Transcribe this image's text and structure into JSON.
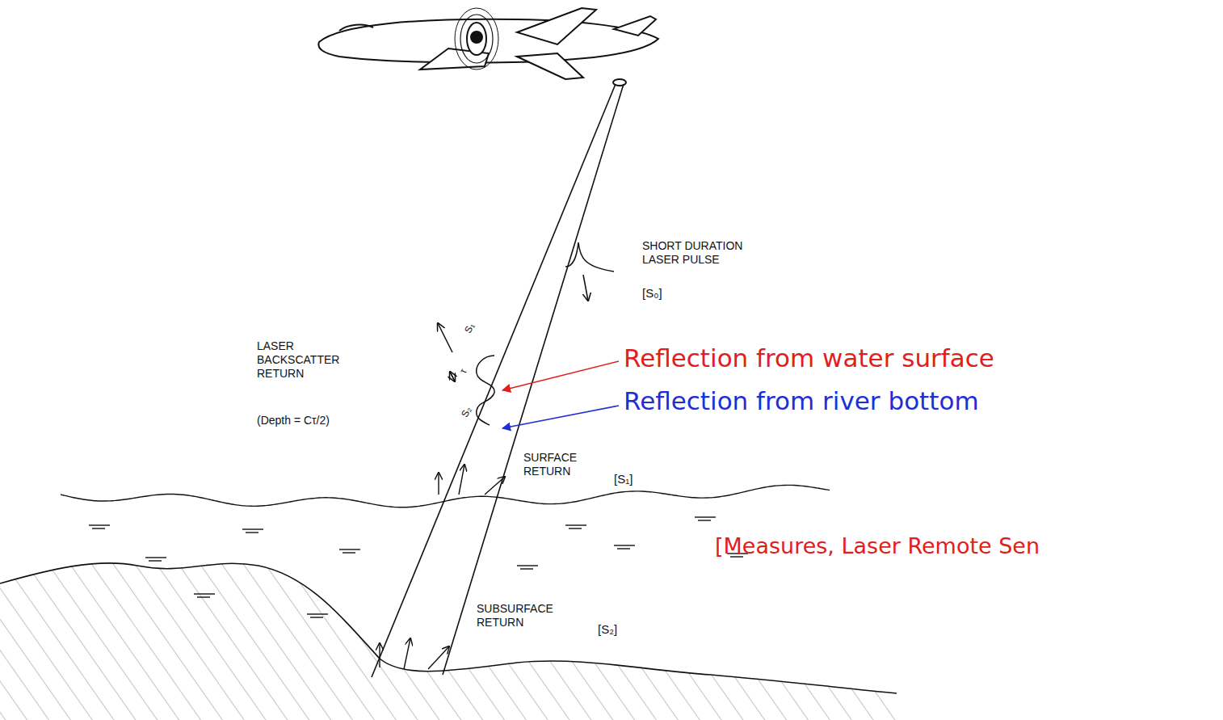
{
  "diagram": {
    "labels": [
      "SHORT DURATION LASER PULSE",
      "[S₀]",
      "LASER BACKSCATTER RETURN",
      "(Depth = Cτ/2)",
      "S₁",
      "τ",
      "S₂",
      "Reflection from water surface",
      "Reflection from river bottom",
      "SURFACE RETURN",
      "[S₁]",
      "SUBSURFACE RETURN",
      "[S₂]",
      "[Measures, Laser Remote Sen"
    ]
  }
}
